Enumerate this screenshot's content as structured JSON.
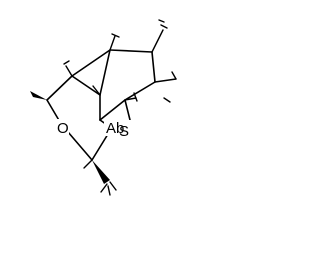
{
  "molecule": {
    "atoms": {
      "oxygen": "O",
      "sulfur_main": "S",
      "sulfur_fragment": "Ab"
    }
  }
}
